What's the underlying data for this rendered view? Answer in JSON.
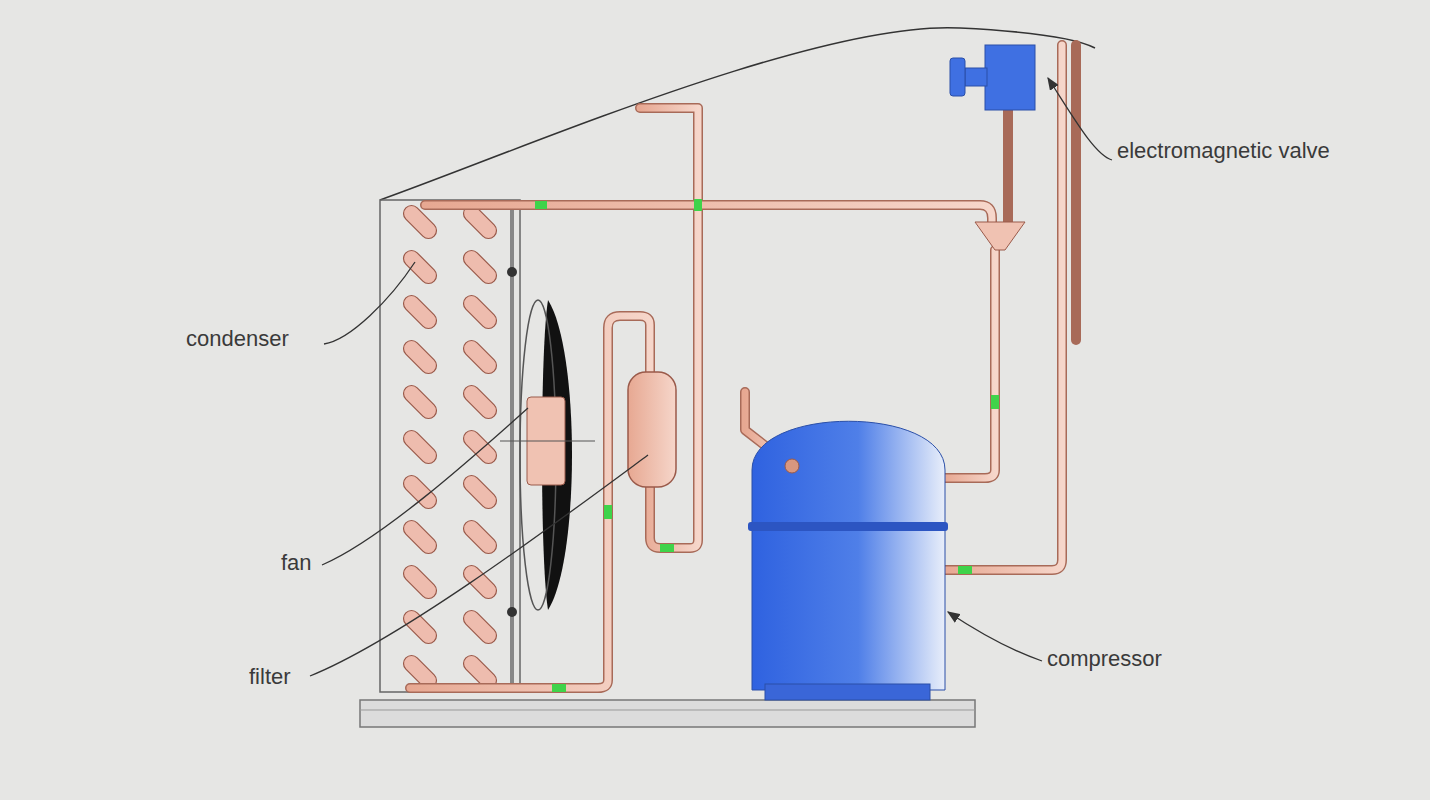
{
  "diagram": {
    "labels": [
      "electromagnetic valve",
      "condenser",
      "fan",
      "filter",
      "compressor"
    ]
  }
}
